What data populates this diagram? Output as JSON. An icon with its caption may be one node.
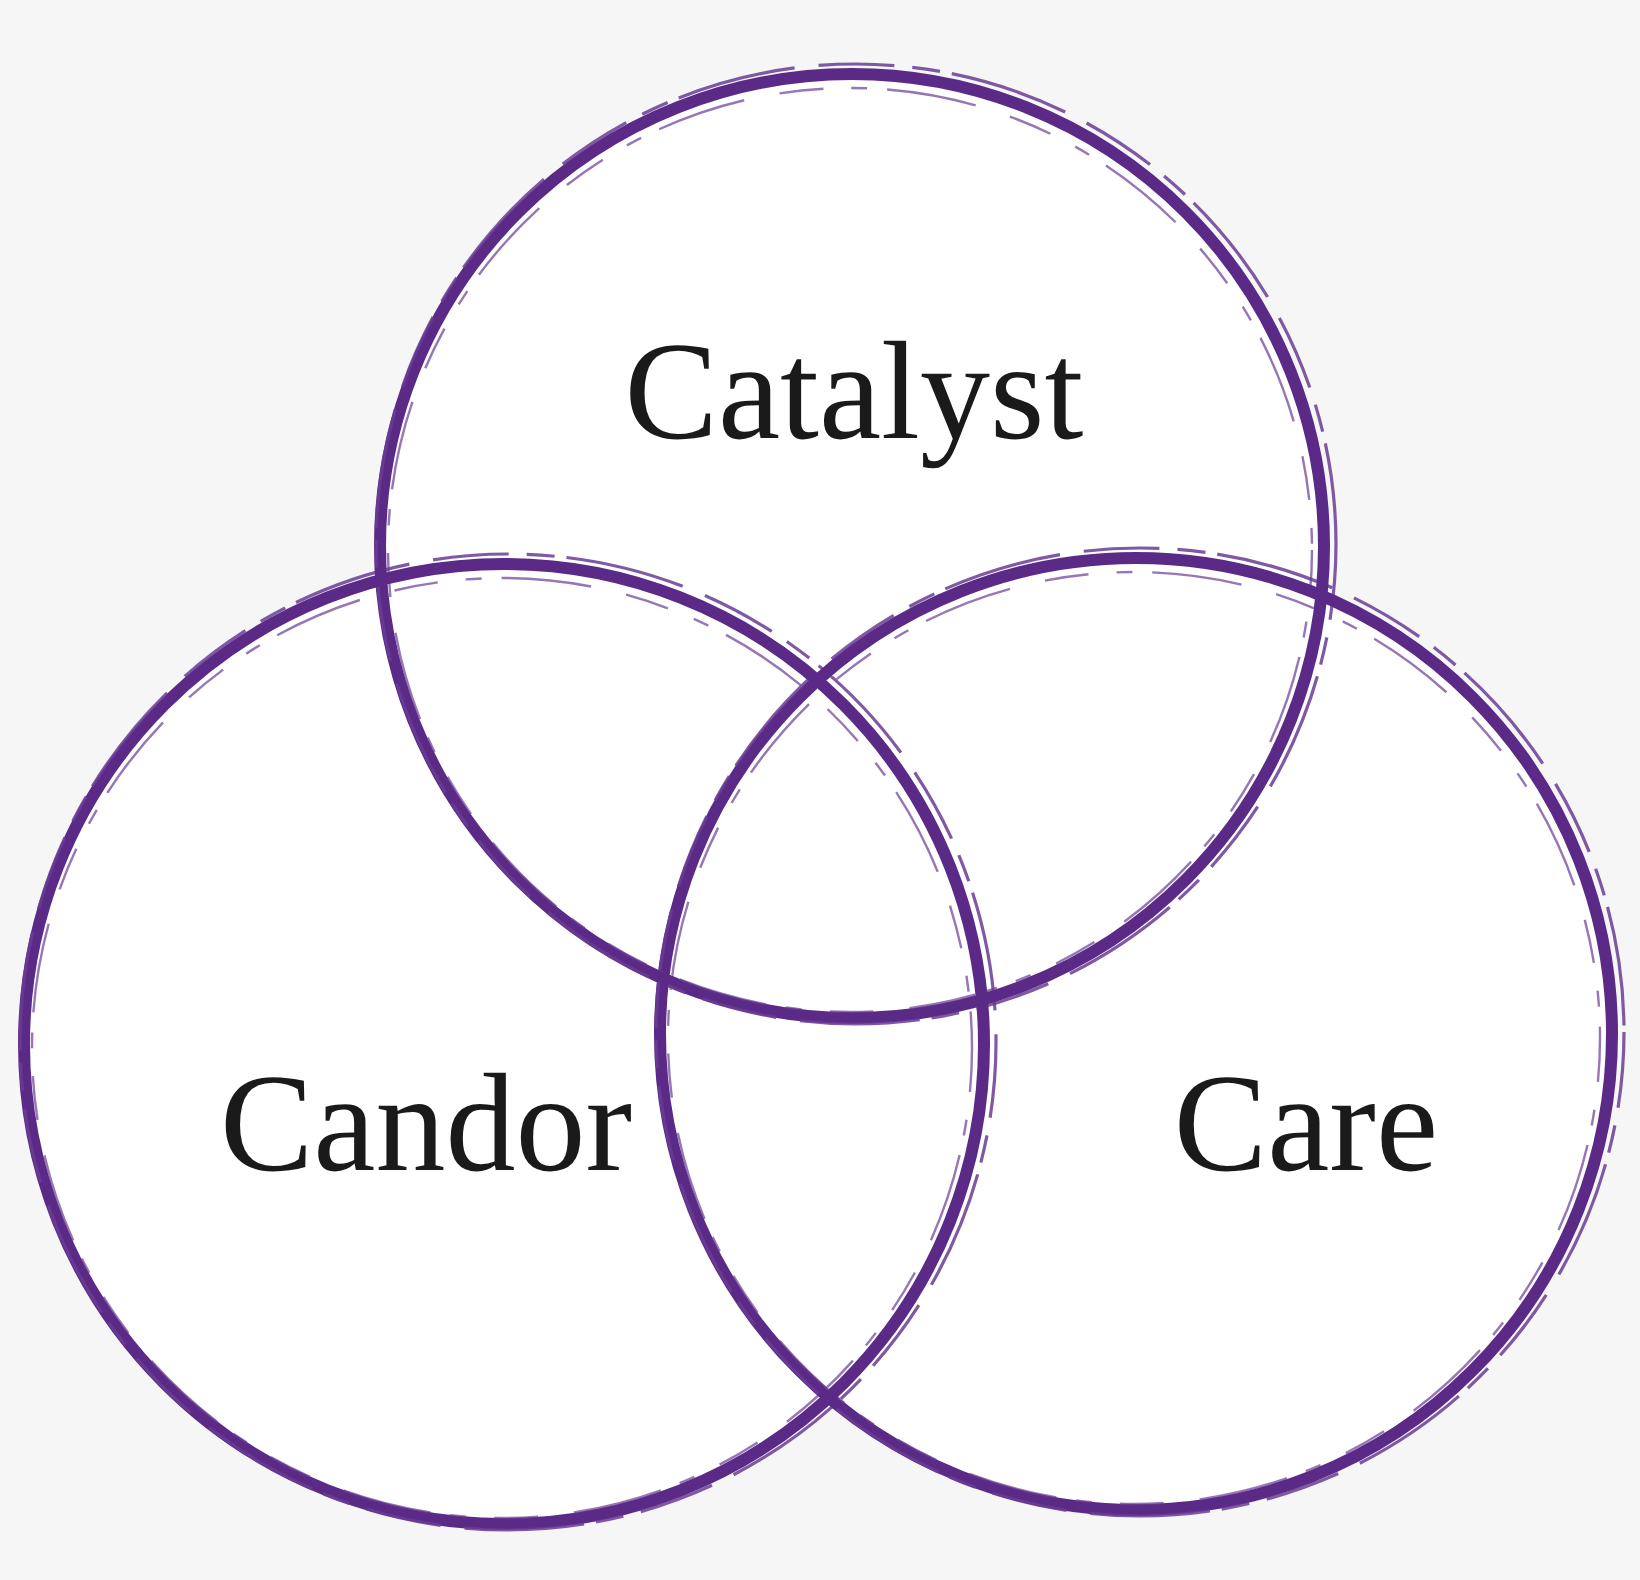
{
  "diagram": {
    "nodes": [
      {
        "text": [
          "Catalyst"
        ]
      },
      {
        "text": [
          "Candor"
        ]
      },
      {
        "text": [
          "Care"
        ]
      }
    ]
  }
}
